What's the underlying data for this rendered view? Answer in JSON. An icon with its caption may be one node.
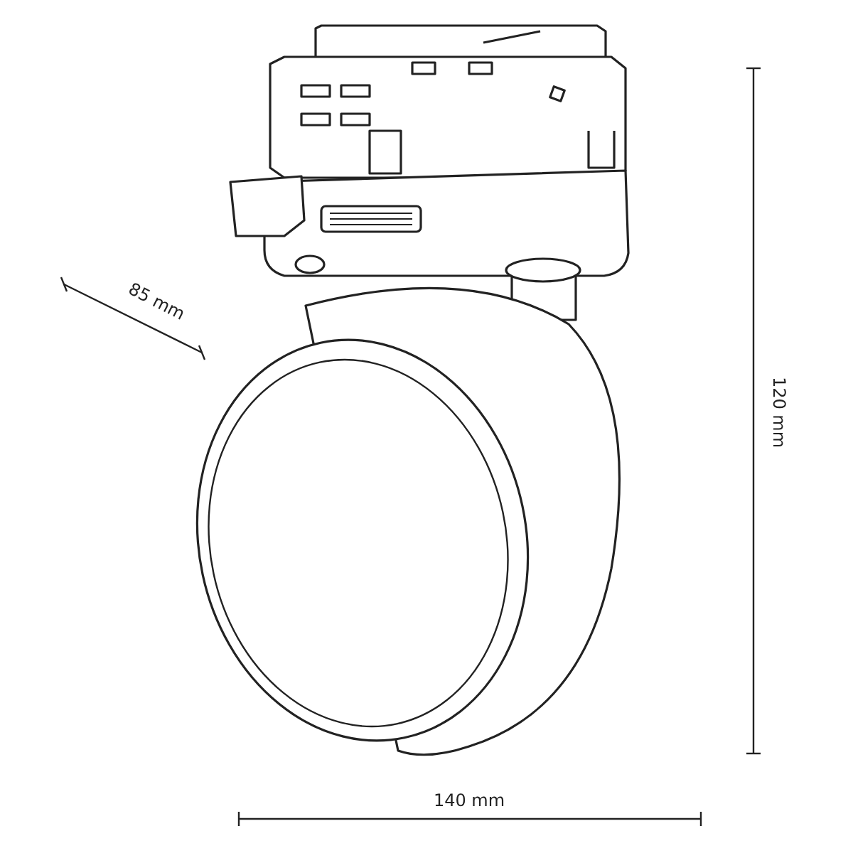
{
  "diagram": {
    "labels": [
      "85 mm",
      "120 mm",
      "140 mm"
    ]
  }
}
